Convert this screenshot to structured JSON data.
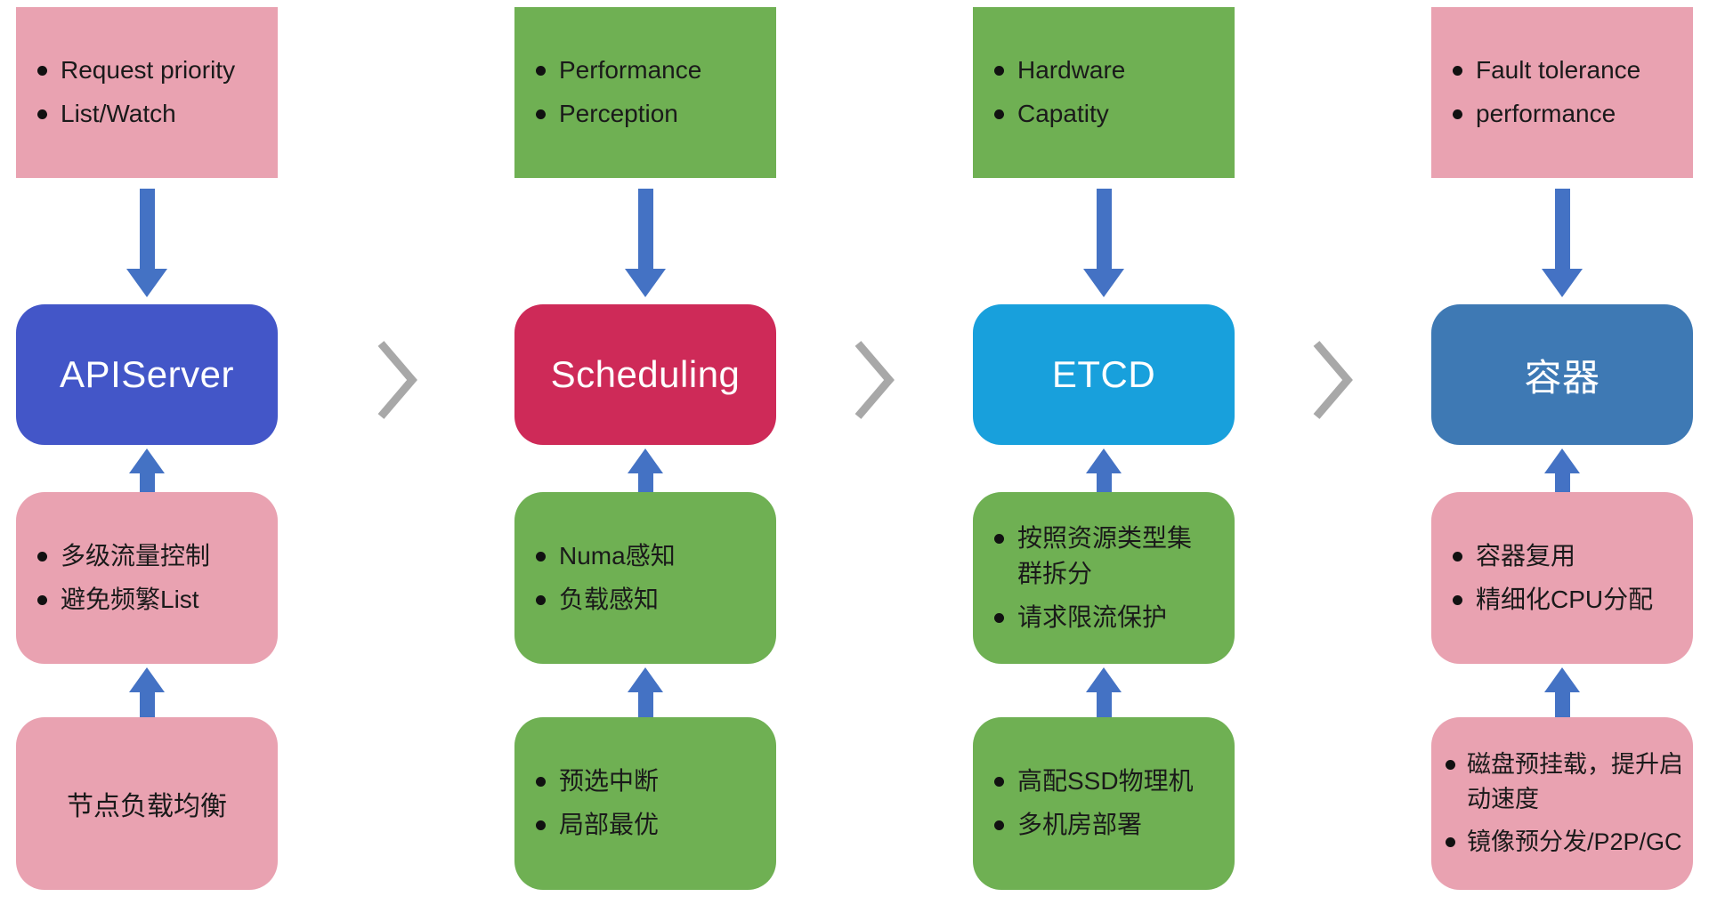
{
  "colors": {
    "pink": "#E9A2B1",
    "green": "#6FB053",
    "arrow": "#4472C4",
    "chevron": "#A8A8A8",
    "stage-apiserver": "#4356C8",
    "stage-scheduling": "#CE2A58",
    "stage-etcd": "#18A0DC",
    "stage-container": "#3E79B4"
  },
  "columns": [
    {
      "id": "apiserver",
      "top": {
        "items": [
          "Request priority",
          "List/Watch"
        ]
      },
      "main": {
        "label": "APIServer"
      },
      "middle": {
        "items": [
          "多级流量控制",
          "避免频繁List"
        ]
      },
      "bottom": {
        "text": "节点负载均衡"
      }
    },
    {
      "id": "scheduling",
      "top": {
        "items": [
          "Performance",
          "Perception"
        ]
      },
      "main": {
        "label": "Scheduling"
      },
      "middle": {
        "items": [
          "Numa感知",
          "负载感知"
        ]
      },
      "bottom": {
        "items": [
          "预选中断",
          "局部最优"
        ]
      }
    },
    {
      "id": "etcd",
      "top": {
        "items": [
          "Hardware",
          "Capatity"
        ]
      },
      "main": {
        "label": "ETCD"
      },
      "middle": {
        "items": [
          "按照资源类型集群拆分",
          "请求限流保护"
        ]
      },
      "bottom": {
        "items": [
          "高配SSD物理机",
          "多机房部署"
        ]
      }
    },
    {
      "id": "container",
      "top": {
        "items": [
          "Fault tolerance",
          "performance"
        ]
      },
      "main": {
        "label": "容器"
      },
      "middle": {
        "items": [
          "容器复用",
          "精细化CPU分配"
        ]
      },
      "bottom": {
        "items": [
          "磁盘预挂载，提升启动速度",
          "镜像预分发/P2P/GC"
        ]
      }
    }
  ]
}
